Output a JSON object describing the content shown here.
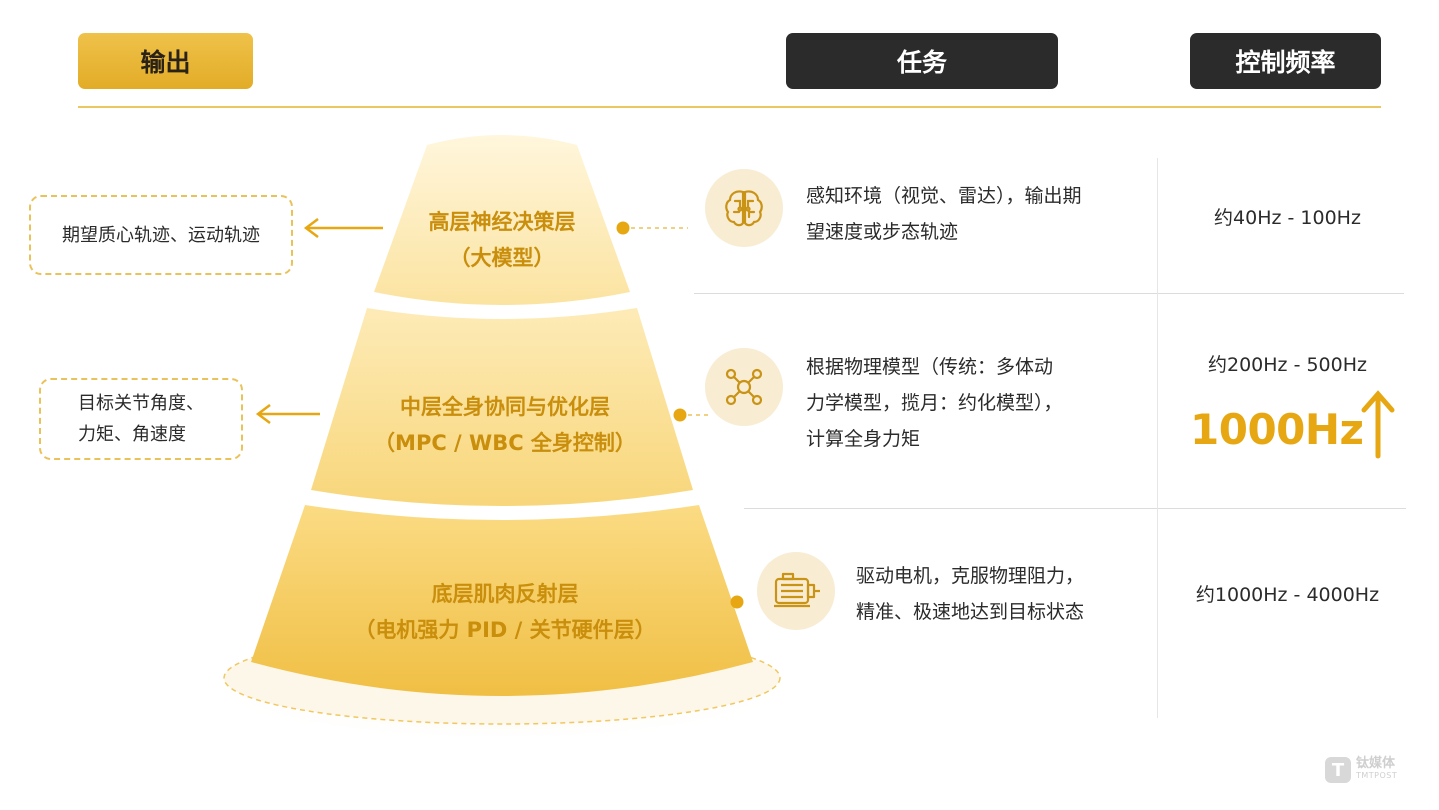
{
  "headers": {
    "output": "输出",
    "task": "任务",
    "frequency": "控制频率"
  },
  "layers": [
    {
      "title": "高层神经决策层",
      "subtitle": "（大模型）",
      "output": [
        "期望质心轨迹、运动轨迹"
      ],
      "task": [
        "感知环境（视觉、雷达），输出期",
        "望速度或步态轨迹"
      ],
      "frequency": "约40Hz - 100Hz",
      "icon": "brain-icon"
    },
    {
      "title": "中层全身协同与优化层",
      "subtitle": "（MPC / WBC 全身控制）",
      "output": [
        "目标关节角度、",
        "力矩、角速度"
      ],
      "task": [
        "根据物理模型（传统：多体动",
        "力学模型，揽月：约化模型），",
        "计算全身力矩"
      ],
      "frequency": "约200Hz - 500Hz",
      "highlight": "1000Hz",
      "icon": "network-icon"
    },
    {
      "title": "底层肌肉反射层",
      "subtitle": "（电机强力 PID / 关节硬件层）",
      "task": [
        "驱动电机，克服物理阻力，",
        "精准、极速地达到目标状态"
      ],
      "frequency": "约1000Hz - 4000Hz",
      "icon": "motor-icon"
    }
  ],
  "colors": {
    "accent": "#e7a712",
    "layer_text": "#c98e0c",
    "header_dark": "#2b2b2b",
    "header_gold": "#e2ac27"
  },
  "logo": {
    "mark": "T",
    "cn": "钛媒体",
    "en": "TMTPOST"
  }
}
